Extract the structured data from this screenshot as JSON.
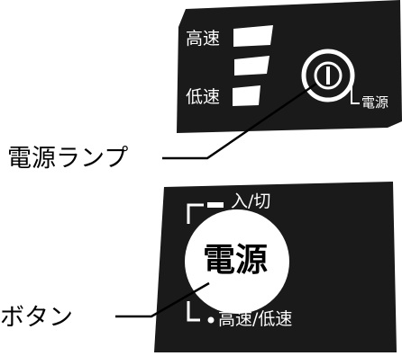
{
  "panel_top": {
    "high_speed_label": "高速",
    "low_speed_label": "低速",
    "power_label": "電源"
  },
  "callouts": {
    "power_lamp": "電源ランプ",
    "power_button": "ボタン"
  },
  "panel_bottom": {
    "on_off_label": "入/切",
    "power_button_label": "電源",
    "speed_label": "高速/低速"
  },
  "colors": {
    "panel": "#1a1a1a",
    "text_on_panel": "#ffffff",
    "text": "#000000"
  }
}
